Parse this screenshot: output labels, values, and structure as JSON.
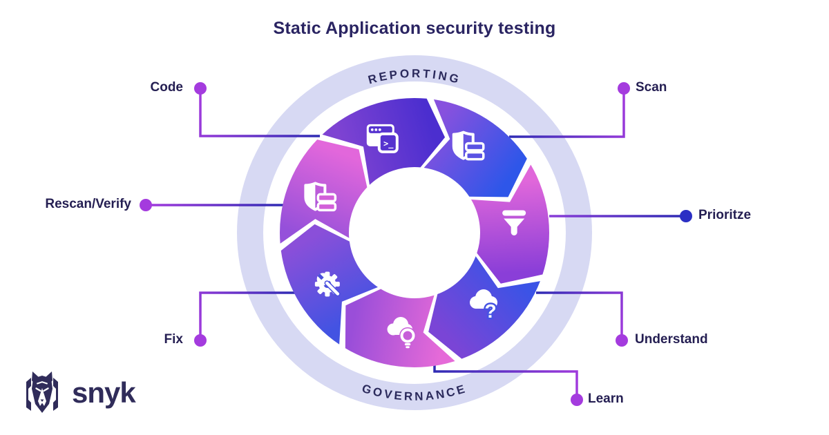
{
  "title": "Static Application security testing",
  "brand": {
    "name": "snyk"
  },
  "ring": {
    "top_label": "REPORTING",
    "bottom_label": "GOVERNANCE",
    "band_color": "#D7D9F3",
    "label_color": "#2B2A5C"
  },
  "cycle": {
    "direction": "clockwise",
    "steps": [
      {
        "label": "Code",
        "icon": "browser-terminal-icon",
        "gradient": [
          "#7E43D2",
          "#4B2ECF"
        ],
        "icon_bg": "#5633CF",
        "dot_color": "#A43BDE"
      },
      {
        "label": "Scan",
        "icon": "shield-stack-icon",
        "gradient": [
          "#8751DE",
          "#2E56E9"
        ],
        "icon_bg": "#5A53E3",
        "dot_color": "#A43BDE"
      },
      {
        "label": "Prioritze",
        "icon": "funnel-icon",
        "gradient": [
          "#E067DA",
          "#8A3ED8"
        ],
        "icon_bg": "#B54FD9",
        "dot_color": "#2B2FC4"
      },
      {
        "label": "Understand",
        "icon": "cloud-question-icon",
        "gradient": [
          "#3B53E6",
          "#7A45D6"
        ],
        "icon_bg": "#4653E2",
        "dot_color": "#A43BDE"
      },
      {
        "label": "Learn",
        "icon": "cloud-bulb-icon",
        "gradient": [
          "#E56AD8",
          "#9A4ED9"
        ],
        "icon_bg": "#C75FD9",
        "dot_color": "#A43BDE"
      },
      {
        "label": "Fix",
        "icon": "gear-wrench-icon",
        "gradient": [
          "#4353E2",
          "#8A4FD9"
        ],
        "icon_bg": "#4A50DD",
        "dot_color": "#A43BDE"
      },
      {
        "label": "Rescan/Verify",
        "icon": "shield-stack-icon",
        "gradient": [
          "#9550DA",
          "#E267DB"
        ],
        "icon_bg": "#D25FD9",
        "dot_color": "#A43BDE"
      }
    ],
    "line_colors": {
      "purple": "#A43BDE",
      "indigo": "#2E2BB3"
    }
  }
}
